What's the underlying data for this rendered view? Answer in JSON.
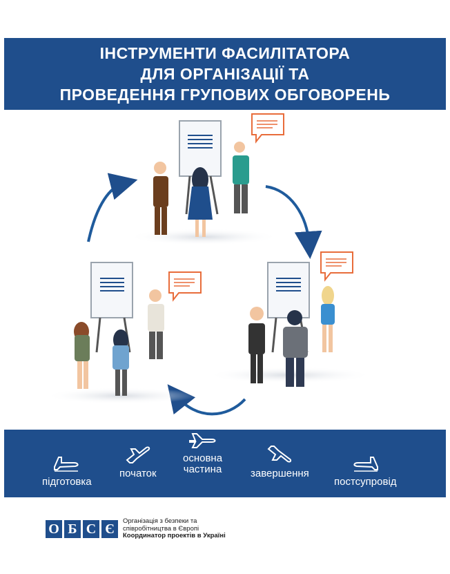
{
  "header": {
    "title_lines": [
      "ІНСТРУМЕНТИ ФАСИЛІТАТОРА",
      "ДЛЯ ОРГАНІЗАЦІЇ ТА",
      "ПРОВЕДЕННЯ ГРУПОВИХ ОБГОВОРЕНЬ"
    ]
  },
  "stages": [
    {
      "label_lines": [
        "підготовка"
      ],
      "icon": "plane-icon"
    },
    {
      "label_lines": [
        "початок"
      ],
      "icon": "plane-icon"
    },
    {
      "label_lines": [
        "основна",
        "частина"
      ],
      "icon": "plane-icon"
    },
    {
      "label_lines": [
        "завершення"
      ],
      "icon": "plane-icon"
    },
    {
      "label_lines": [
        "постсупровід"
      ],
      "icon": "plane-icon"
    }
  ],
  "footer": {
    "logo_letters": [
      "О",
      "Б",
      "С",
      "Є"
    ],
    "org_lines": [
      "Організація з безпеки та",
      "співробітництва в Європі",
      "Координатор проектів в Україні"
    ]
  },
  "colors": {
    "brand_blue": "#1f4e8c",
    "accent_orange": "#e86c3a",
    "teal": "#2a9c8e"
  }
}
